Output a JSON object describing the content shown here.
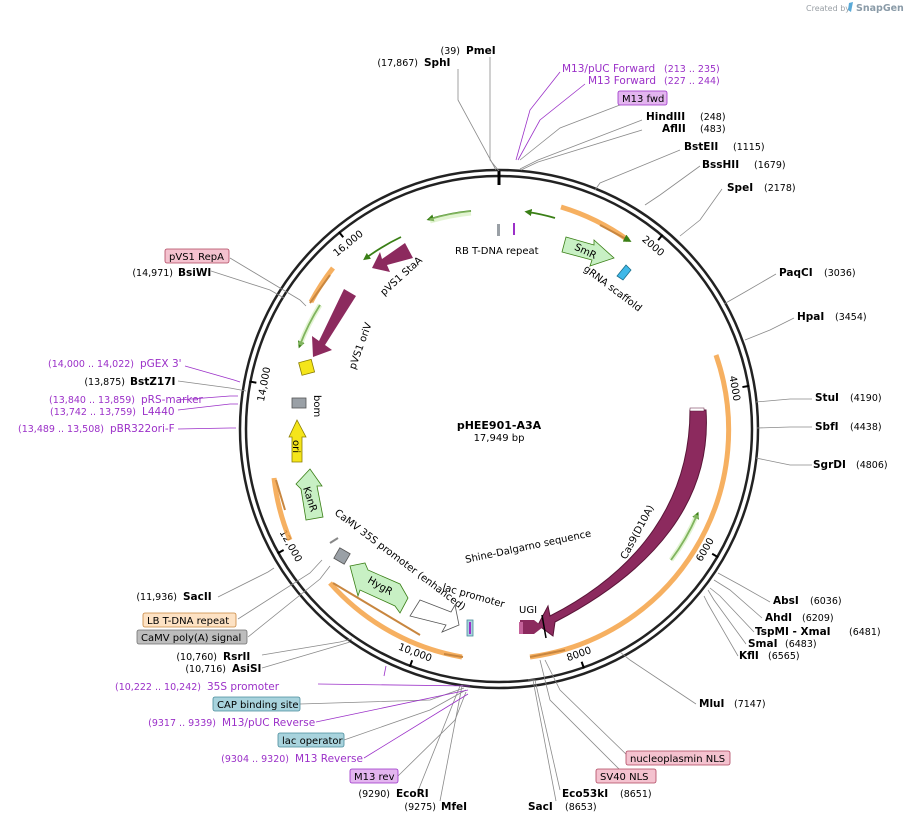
{
  "branding": {
    "created_by": "Created by",
    "product": "SnapGene"
  },
  "plasmid": {
    "name": "pHEE901-A3A",
    "length_label": "17,949 bp",
    "length": 17949
  },
  "ticks": [
    {
      "bp": 2000,
      "label": "2000"
    },
    {
      "bp": 4000,
      "label": "4000"
    },
    {
      "bp": 6000,
      "label": "6000"
    },
    {
      "bp": 8000,
      "label": "8000"
    },
    {
      "bp": 10000,
      "label": "10,000"
    },
    {
      "bp": 12000,
      "label": "12,000"
    },
    {
      "bp": 14000,
      "label": "14,000"
    },
    {
      "bp": 16000,
      "label": "16,000"
    }
  ],
  "enzymes": [
    {
      "name": "PmeI",
      "pos": "(39)",
      "side": "left",
      "bp": 39
    },
    {
      "name": "SphI",
      "pos": "(17,867)",
      "side": "left",
      "bp": 17867
    },
    {
      "name": "HindIII",
      "pos": "(248)",
      "side": "right",
      "bp": 248
    },
    {
      "name": "AflII",
      "pos": "(483)",
      "side": "right",
      "bp": 483
    },
    {
      "name": "BstEII",
      "pos": "(1115)",
      "side": "right",
      "bp": 1115
    },
    {
      "name": "BssHII",
      "pos": "(1679)",
      "side": "right",
      "bp": 1679
    },
    {
      "name": "SpeI",
      "pos": "(2178)",
      "side": "right",
      "bp": 2178
    },
    {
      "name": "PaqCI",
      "pos": "(3036)",
      "side": "right",
      "bp": 3036
    },
    {
      "name": "HpaI",
      "pos": "(3454)",
      "side": "right",
      "bp": 3454
    },
    {
      "name": "StuI",
      "pos": "(4190)",
      "side": "right",
      "bp": 4190
    },
    {
      "name": "SbfI",
      "pos": "(4438)",
      "side": "right",
      "bp": 4438
    },
    {
      "name": "SgrDI",
      "pos": "(4806)",
      "side": "right",
      "bp": 4806
    },
    {
      "name": "AbsI",
      "pos": "(6036)",
      "side": "right",
      "bp": 6036
    },
    {
      "name": "AhdI",
      "pos": "(6209)",
      "side": "right",
      "bp": 6209
    },
    {
      "name": "TspMI - XmaI",
      "pos": "(6481)",
      "side": "right",
      "bp": 6481
    },
    {
      "name": "SmaI",
      "pos": "(6483)",
      "side": "right",
      "bp": 6483
    },
    {
      "name": "KflI",
      "pos": "(6565)",
      "side": "right",
      "bp": 6565
    },
    {
      "name": "MluI",
      "pos": "(7147)",
      "side": "right",
      "bp": 7147
    },
    {
      "name": "SacI",
      "pos": "(8653)",
      "side": "right",
      "bp": 8653
    },
    {
      "name": "Eco53kI",
      "pos": "(8651)",
      "side": "right",
      "bp": 8651
    },
    {
      "name": "MfeI",
      "pos": "(9275)",
      "side": "left",
      "bp": 9275
    },
    {
      "name": "EcoRI",
      "pos": "(9290)",
      "side": "left",
      "bp": 9290
    },
    {
      "name": "AsiSI",
      "pos": "(10,716)",
      "side": "left",
      "bp": 10716
    },
    {
      "name": "RsrII",
      "pos": "(10,760)",
      "side": "left",
      "bp": 10760
    },
    {
      "name": "SacII",
      "pos": "(11,936)",
      "side": "left",
      "bp": 11936
    },
    {
      "name": "BstZ17I",
      "pos": "(13,875)",
      "side": "left",
      "bp": 13875
    },
    {
      "name": "BsiWI",
      "pos": "(14,971)",
      "side": "left",
      "bp": 14971
    }
  ],
  "primers": [
    {
      "name": "M13/pUC Forward",
      "pos": "(213 .. 235)",
      "side": "right"
    },
    {
      "name": "M13 Forward",
      "pos": "(227 .. 244)",
      "side": "right"
    },
    {
      "name": "35S promoter",
      "pos": "(10,222 .. 10,242)",
      "side": "left"
    },
    {
      "name": "M13/pUC Reverse",
      "pos": "(9317 .. 9339)",
      "side": "left"
    },
    {
      "name": "M13 Reverse",
      "pos": "(9304 .. 9320)",
      "side": "left"
    },
    {
      "name": "pGEX 3'",
      "pos": "(14,000 .. 14,022)",
      "side": "left"
    },
    {
      "name": "pRS-marker",
      "pos": "(13,840 .. 13,859)",
      "side": "left"
    },
    {
      "name": "L4440",
      "pos": "(13,742 .. 13,759)",
      "side": "left"
    },
    {
      "name": "pBR322ori-F",
      "pos": "(13,489 .. 13,508)",
      "side": "left"
    }
  ],
  "badges": [
    {
      "label": "M13 fwd",
      "fill": "#e3b5ef",
      "stroke": "#9b30c8"
    },
    {
      "label": "pVS1 RepA",
      "fill": "#f4c2cf",
      "stroke": "#b0455f"
    },
    {
      "label": "LB T-DNA repeat",
      "fill": "#fde2c4",
      "stroke": "#c8863f"
    },
    {
      "label": "CaMV poly(A) signal",
      "fill": "#bdbdbd",
      "stroke": "#707070"
    },
    {
      "label": "CAP binding site",
      "fill": "#a8d3dd",
      "stroke": "#4a8c9c"
    },
    {
      "label": "lac operator",
      "fill": "#a8d3dd",
      "stroke": "#4a8c9c"
    },
    {
      "label": "M13 rev",
      "fill": "#e3b5ef",
      "stroke": "#9b30c8"
    },
    {
      "label": "nucleoplasmin NLS",
      "fill": "#f4c2cf",
      "stroke": "#b0455f"
    },
    {
      "label": "SV40 NLS",
      "fill": "#f4c2cf",
      "stroke": "#b0455f"
    }
  ],
  "features": [
    {
      "name": "RB T-DNA repeat"
    },
    {
      "name": "SmR"
    },
    {
      "name": "gRNA scaffold"
    },
    {
      "name": "Cas9(D10A)"
    },
    {
      "name": "UGI"
    },
    {
      "name": "Shine-Dalgarno sequence"
    },
    {
      "name": "lac promoter"
    },
    {
      "name": "CaMV 35S promoter (enhanced)"
    },
    {
      "name": "HygR"
    },
    {
      "name": "KanR"
    },
    {
      "name": "ori"
    },
    {
      "name": "bom"
    },
    {
      "name": "pVS1 oriV"
    },
    {
      "name": "pVS1 StaA"
    }
  ],
  "colors": {
    "backbone": "#222222",
    "enzyme_line": "#8a8a8a",
    "primer": "#9b30c8",
    "cds": "#8c2a5e",
    "orf_fill": "#f4a245",
    "orf_arrow_green": "#6ab73e",
    "promoter_fill": "#c8f0c4",
    "ori_fill": "#f5e51a",
    "gray_feature": "#9aa0a6"
  }
}
